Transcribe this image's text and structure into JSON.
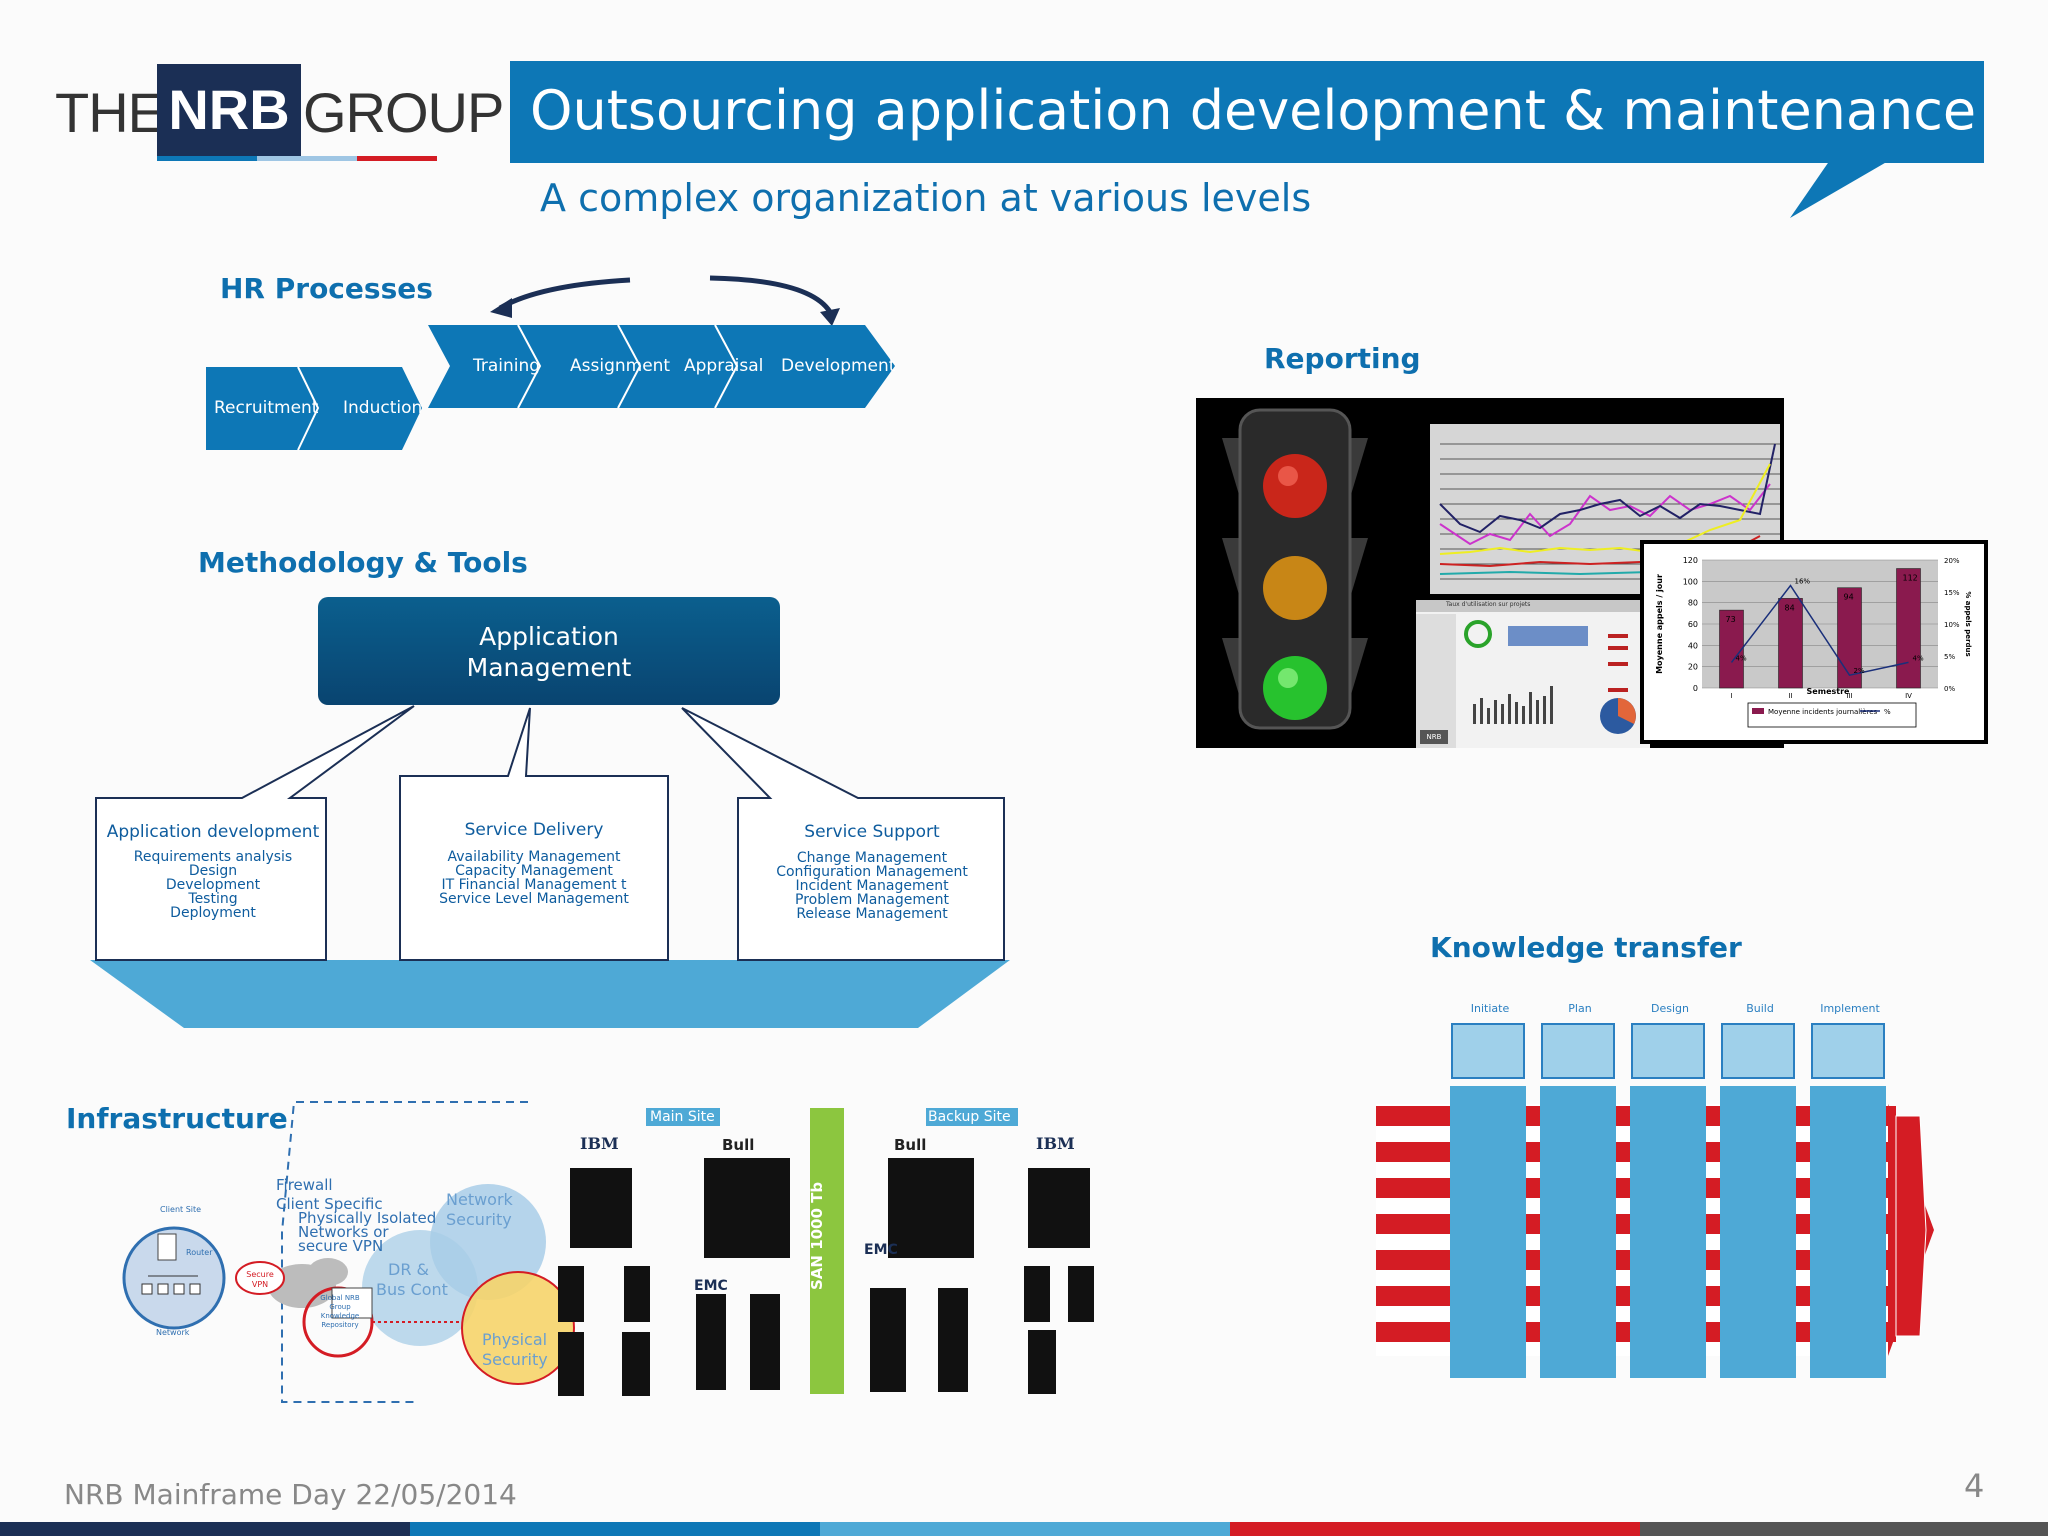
{
  "logo": {
    "the": "THE",
    "nrb": "NRB",
    "group": "GROUP"
  },
  "header": {
    "title": "Outsourcing application development & maintenance",
    "subtitle": "A complex organization at various levels"
  },
  "hr": {
    "heading": "HR Processes",
    "steps_low": [
      "Recruitment",
      "Induction"
    ],
    "steps_high": [
      "Training",
      "Assignment",
      "Appraisal",
      "Development"
    ]
  },
  "methodology": {
    "heading": "Methodology & Tools",
    "app_mgmt_line1": "Application",
    "app_mgmt_line2": "Management",
    "boxes": [
      {
        "title": "Application development",
        "items": [
          "Requirements analysis",
          "Design",
          "Development",
          "Testing",
          "Deployment"
        ]
      },
      {
        "title": "Service Delivery",
        "items": [
          "Availability Management",
          "Capacity Management",
          "IT Financial Management t",
          "Service Level Management"
        ]
      },
      {
        "title": "Service Support",
        "items": [
          "Change Management",
          "Configuration Management",
          "Incident Management",
          "Problem Management",
          "Release Management"
        ]
      }
    ]
  },
  "reporting": {
    "heading": "Reporting",
    "bar_chart": {
      "categories": [
        "I",
        "II",
        "III",
        "IV"
      ],
      "values": [
        73,
        84,
        94,
        112
      ],
      "y_ticks": [
        "0",
        "20",
        "40",
        "60",
        "80",
        "100",
        "120"
      ],
      "y2_ticks": [
        "0%",
        "5%",
        "10%",
        "15%",
        "20%"
      ],
      "ylabel": "Moyenne appels / jour",
      "y2label": "% appels perdus",
      "xlabel": "Semestre",
      "legend_bar": "Moyenne incidents journalières",
      "legend_line": "%",
      "pct_labels": [
        "4%",
        "16%",
        "2%",
        "4%"
      ]
    },
    "dashboard_title": "Taux d'utilisation sur projets",
    "dashboard_brand": "NRB"
  },
  "infrastructure": {
    "heading": "Infrastructure",
    "client_site": "Client Site",
    "router": "Router",
    "network": "Network",
    "secure_vpn": "Secure VPN",
    "firewall": "Firewall",
    "client_specific": "Client Specific",
    "physically_isolated": "Physically Isolated",
    "networks_or": "Networks or",
    "secure_vpn_text": "secure VPN",
    "repo": "Global NRB Group Knowledge Repository",
    "network_security": "Network Security",
    "dr": "DR &",
    "bus_cont": "Bus Cont",
    "physical_security": "Physical Security",
    "main_site": "Main Site",
    "backup_site": "Backup Site",
    "san": "SAN 1000 Tb",
    "ibm": "IBM",
    "bull": "Bull",
    "emc": "EMC"
  },
  "knowledge": {
    "heading": "Knowledge transfer",
    "phases": [
      "Initiate",
      "Plan",
      "Design",
      "Build",
      "Implement"
    ]
  },
  "footer": {
    "text": "NRB Mainframe Day 22/05/2014",
    "page": "4"
  },
  "colors": {
    "brand_blue": "#0d77b6",
    "navy": "#1b2f55",
    "light_blue": "#4ea9d6",
    "red": "#d41c24"
  }
}
